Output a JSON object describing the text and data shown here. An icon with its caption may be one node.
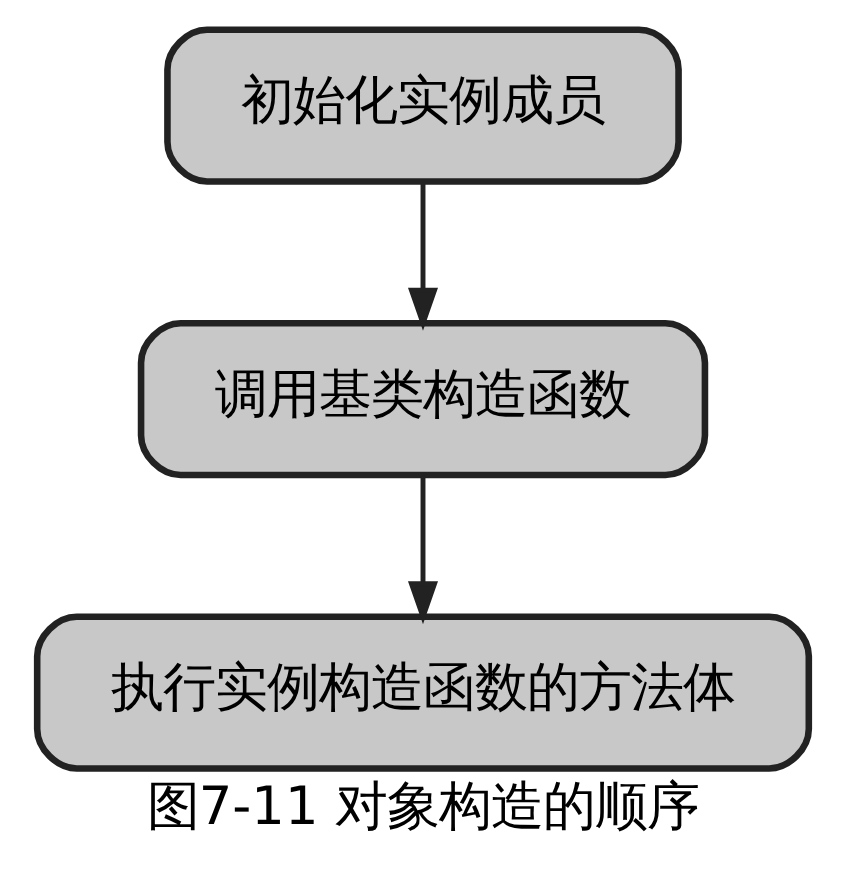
{
  "diagram": {
    "caption": "图7-11 对象构造的顺序",
    "nodes": [
      {
        "text": [
          "初始化实例成员"
        ]
      },
      {
        "text": [
          "调用基类构造函数"
        ]
      },
      {
        "text": [
          "执行实例构造函数的方法体"
        ]
      }
    ],
    "edges": [
      {
        "from": 0,
        "to": 1,
        "arrow": "to"
      },
      {
        "from": 1,
        "to": 2,
        "arrow": "to"
      }
    ]
  }
}
